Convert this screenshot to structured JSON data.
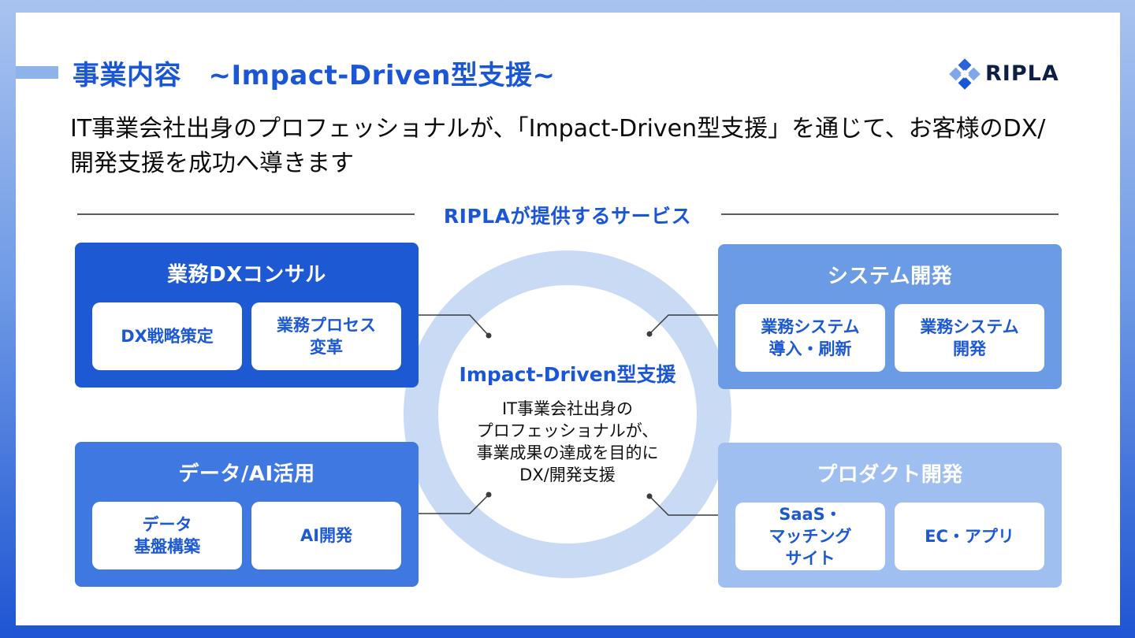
{
  "header": {
    "title": "事業内容　~Impact-Driven型支援~",
    "logo_text": "RIPLA"
  },
  "lead": {
    "line1": "IT事業会社出身のプロフェッショナルが、「Impact-Driven型支援」を通じて、お客様のDX/",
    "line2": "開発支援を成功へ導きます"
  },
  "section_label": "RIPLAが提供するサービス",
  "core": {
    "title": "Impact-Driven型支援",
    "desc": [
      "IT事業会社出身の",
      "プロフェッショナルが、",
      "事業成果の達成を目的に",
      "DX/開発支援"
    ]
  },
  "services": {
    "consul": {
      "title": "業務DXコンサル",
      "items": [
        [
          "DX戦略策定"
        ],
        [
          "業務プロセス",
          "変革"
        ]
      ]
    },
    "data": {
      "title": "データ/AI活用",
      "items": [
        [
          "データ",
          "基盤構築"
        ],
        [
          "AI開発"
        ]
      ]
    },
    "system": {
      "title": "システム開発",
      "items": [
        [
          "業務システム",
          "導入・刷新"
        ],
        [
          "業務システム",
          "開発"
        ]
      ]
    },
    "product": {
      "title": "プロダクト開発",
      "items": [
        [
          "SaaS・",
          "マッチング",
          "サイト"
        ],
        [
          "EC・アプリ"
        ]
      ]
    }
  },
  "colors": {
    "accent": "#1a56d6",
    "consul": "#1c59d3",
    "data": "#3f78e0",
    "system": "#6c9be6",
    "product": "#9fbff0",
    "ring": "#c9daf4"
  }
}
